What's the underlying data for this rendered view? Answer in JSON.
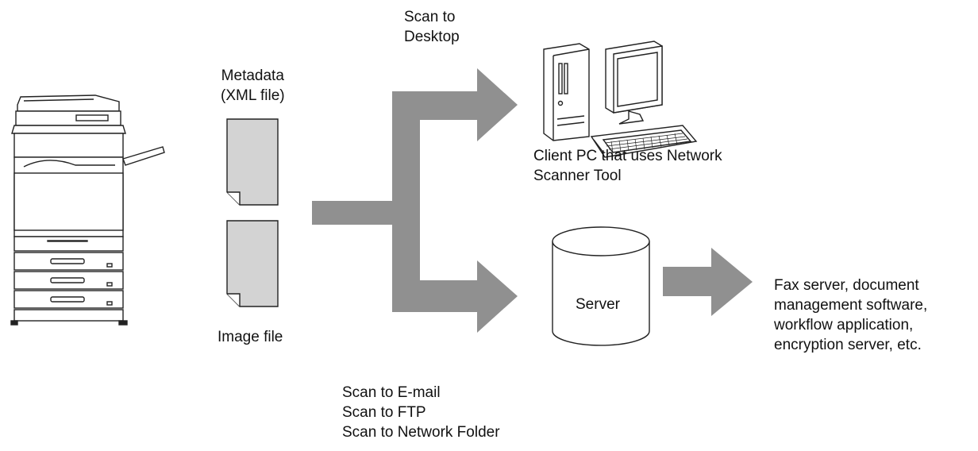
{
  "labels": {
    "metadata": [
      "Metadata",
      "(XML file)"
    ],
    "image_file": "Image file",
    "scan_to_desktop": [
      "Scan to",
      "Desktop"
    ],
    "client_pc": [
      "Client PC that uses Network",
      "Scanner Tool"
    ],
    "server": "Server",
    "scan_methods": [
      "Scan to E-mail",
      "Scan to FTP",
      "Scan to Network Folder"
    ],
    "destinations": [
      "Fax server, document",
      "management software,",
      "workflow application,",
      "encryption server, etc."
    ]
  },
  "colors": {
    "arrow": "#909090",
    "paper": "#d3d3d3",
    "outline": "#222222"
  }
}
